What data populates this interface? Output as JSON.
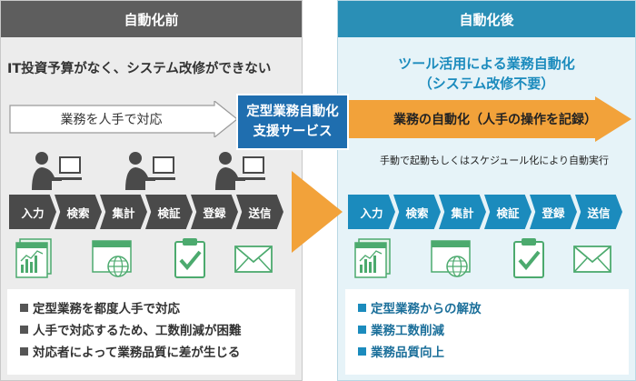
{
  "left": {
    "header": "自動化前",
    "subtitle": "IT投資予算がなく、システム改修ができない",
    "manual_label": "業務を人手で対応",
    "steps": [
      "入力",
      "検索",
      "集計",
      "検証",
      "登録",
      "送信"
    ],
    "bullets": [
      "定型業務を都度人手で対応",
      "人手で対応するため、工数削減が困難",
      "対応者によって業務品質に差が生じる"
    ]
  },
  "center": {
    "line1": "定型業務自動化",
    "line2": "支援サービス"
  },
  "right": {
    "header": "自動化後",
    "subtitle_line1": "ツール活用による業務自動化",
    "subtitle_line2": "（システム改修不要）",
    "auto_label": "業務の自動化（人手の操作を記録）",
    "note": "手動で起動もしくはスケジュール化により自動実行",
    "steps": [
      "入力",
      "検索",
      "集計",
      "検証",
      "登録",
      "送信"
    ],
    "bullets": [
      "定型業務からの解放",
      "業務工数削減",
      "業務品質向上"
    ]
  },
  "colors": {
    "left_header": "#5e5e5e",
    "right_header": "#2a8fb6",
    "center_box": "#1f6eaf",
    "orange": "#f2a23a",
    "left_chevron": "#4a4a4a",
    "right_chevron": "#1b8bbd",
    "icon_green": "#4caa6e"
  },
  "icons": [
    "report-chart-icon",
    "browser-globe-icon",
    "clipboard-check-icon",
    "mail-icon"
  ]
}
